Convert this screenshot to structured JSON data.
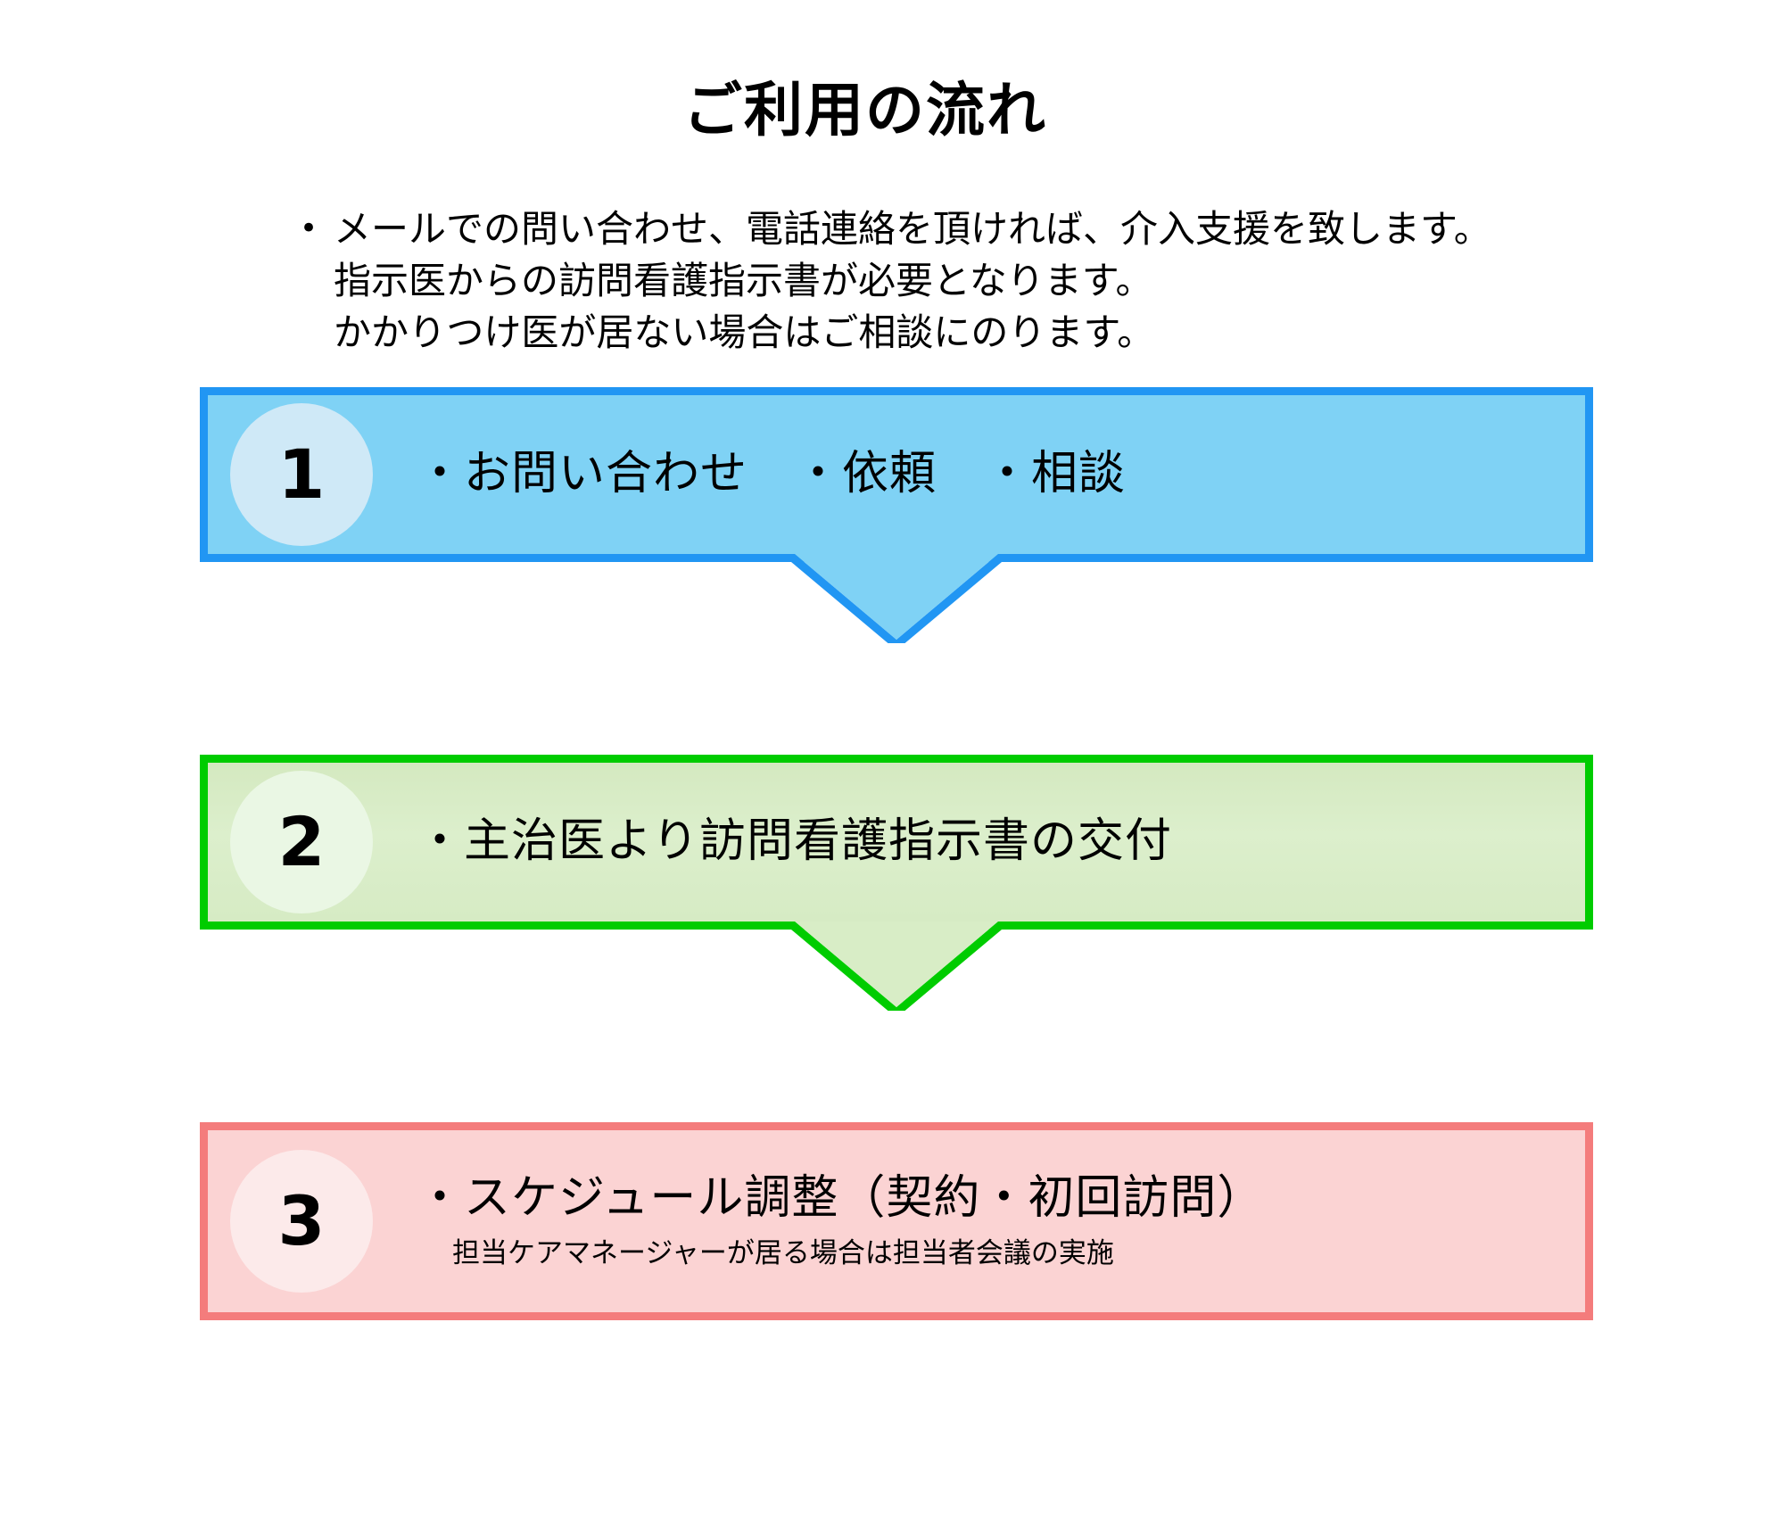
{
  "page": {
    "title": "ご利用の流れ",
    "background_color": "#ffffff"
  },
  "intro": {
    "bullet_glyph": "•",
    "lines": [
      "メールでの問い合わせ、電話連絡を頂ければ、介入支援を致します。",
      "指示医からの訪問看護指示書が必要となります。",
      "かかりつけ医が居ない場合はご相談にのります。"
    ]
  },
  "flow": {
    "steps": [
      {
        "number": "1",
        "main": "・お問い合わせ　・依頼　・相談",
        "sub": "",
        "border_color": "#2196F3",
        "fill_color": "#7FD2F5",
        "circle_color": "#CFE9F7",
        "has_arrow": true
      },
      {
        "number": "2",
        "main": "・主治医より訪問看護指示書の交付",
        "sub": "",
        "border_color": "#00CC00",
        "fill_color": "#D8EDC6",
        "circle_color": "#EAF7E4",
        "has_arrow": true
      },
      {
        "number": "3",
        "main": "・スケジュール調整（契約・初回訪問）",
        "sub": "担当ケアマネージャーが居る場合は担当者会議の実施",
        "border_color": "#F47C7C",
        "fill_color": "#FBD3D3",
        "circle_color": "#FCEAEA",
        "has_arrow": false
      }
    ]
  }
}
